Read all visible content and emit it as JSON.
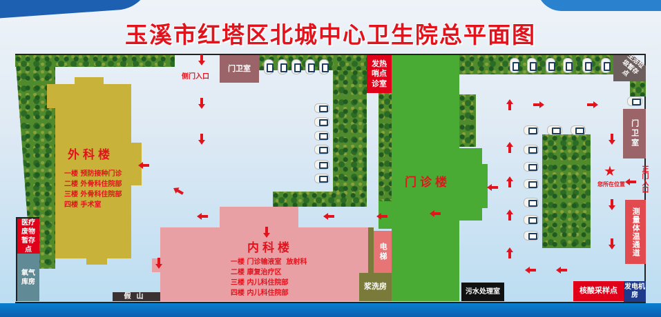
{
  "title": "玉溪市红塔区北城中心卫生院总平面图",
  "colors": {
    "title": "#e1141e",
    "surgery": "#c8b23a",
    "internal": "#e9a0a5",
    "outpatient": "#4aab34",
    "trees": "#4f8a2c",
    "arrow": "#e1141e"
  },
  "buildings": {
    "surgery": {
      "name": "外科楼",
      "floors": [
        "一楼 预防接种门诊",
        "二楼 外骨科住院部",
        "三楼 外骨科住院部",
        "四楼 手术室"
      ]
    },
    "internal": {
      "name": "内科楼",
      "floors": [
        "一楼 门诊输液室  放射科",
        "二楼 康复治疗区",
        "三楼 内儿科住院部",
        "四楼 内儿科住院部"
      ]
    },
    "outpatient": {
      "name": "门诊楼"
    },
    "fever": "发热哨点诊室",
    "guard_top": "门卫室",
    "guard_right": "门卫室",
    "elevator": "电梯",
    "laundry": "浆洗房",
    "sewage": "污水处理室",
    "rockery": "假山",
    "medical_waste": "医疗废物暂存点",
    "oxygen": "氧气库房",
    "garbage": "生活垃圾暂存点",
    "temperature": "测量体温通道",
    "nucleic": "核酸采样点",
    "generator": "发电机房"
  },
  "labels": {
    "side_entrance": "侧门入口",
    "main_entrance": "正门入口",
    "you_are_here": "您所在位置"
  },
  "icons": {
    "marker": "star-icon",
    "direction": "arrow-icon",
    "parking": "car-icon"
  }
}
